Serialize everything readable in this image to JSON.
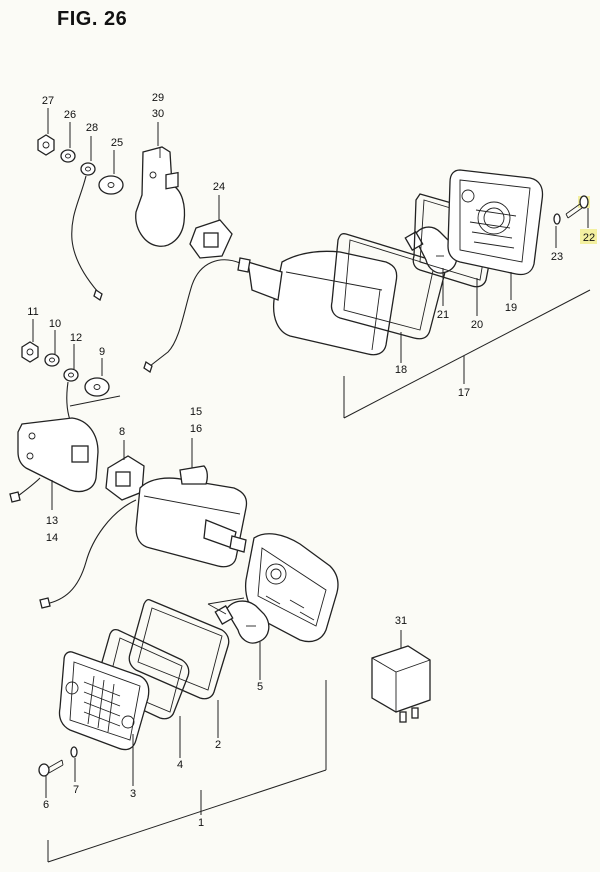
{
  "figure": {
    "title": "FIG. 26"
  },
  "callouts": {
    "c27": "27",
    "c26": "26",
    "c28": "28",
    "c25": "25",
    "c29": "29",
    "c30": "30",
    "c24": "24",
    "c11": "11",
    "c10": "10",
    "c12": "12",
    "c9": "9",
    "c15": "15",
    "c16": "16",
    "c8": "8",
    "c13": "13",
    "c14": "14",
    "c18": "18",
    "c17": "17",
    "c21": "21",
    "c20": "20",
    "c19": "19",
    "c23": "23",
    "c22": "22",
    "c31": "31",
    "c5": "5",
    "c2": "2",
    "c4": "4",
    "c3": "3",
    "c6": "6",
    "c7": "7",
    "c1": "1"
  },
  "highlight": {
    "part": "22",
    "color": "#f3f0a0"
  }
}
